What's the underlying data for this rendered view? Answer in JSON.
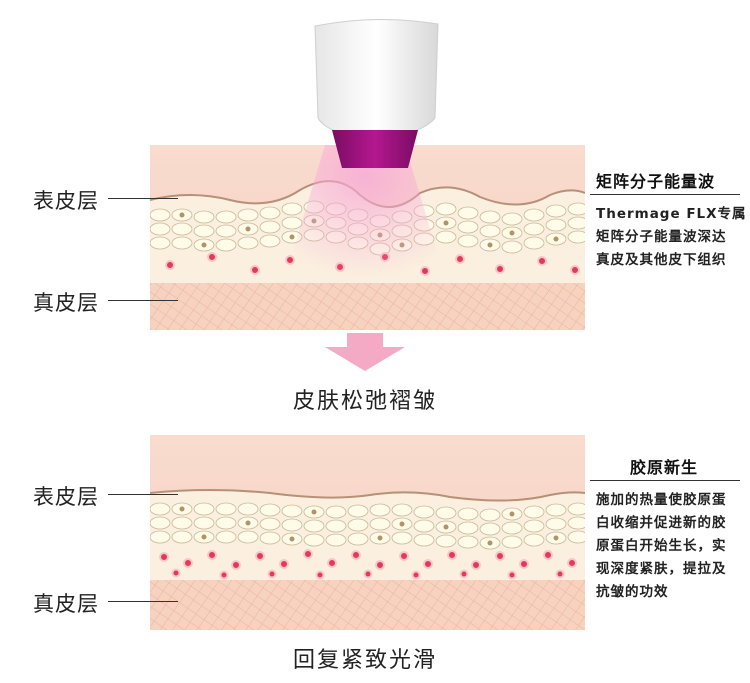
{
  "top_panel": {
    "epidermis_label": "表皮层",
    "dermis_label": "真皮层",
    "caption": "皮肤松弛褶皱",
    "side": {
      "title": "矩阵分子能量波",
      "lines": [
        "Thermage FLX专属",
        "矩阵分子能量波深达",
        "真皮及其他皮下组织"
      ]
    }
  },
  "bottom_panel": {
    "epidermis_label": "表皮层",
    "dermis_label": "真皮层",
    "caption": "回复紧致光滑",
    "side": {
      "title": "胶原新生",
      "lines": [
        "施加的热量使胶原蛋",
        "白收缩并促进新的胶",
        "原蛋白开始生长，实",
        "现深度紧肤，提拉及",
        "抗皱的功效"
      ]
    }
  },
  "colors": {
    "skin_top": "#f6d3c4",
    "dermis": "#f3cdb9",
    "cell_red": "#e23a57",
    "arrow_pink": "#f4a9c4",
    "device_purple": "#9a0f78"
  }
}
